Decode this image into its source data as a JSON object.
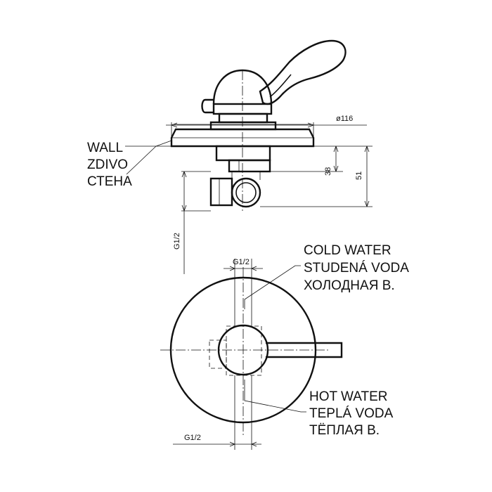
{
  "side_view": {
    "wall_labels": [
      "WALL",
      "ZDIVO",
      "СТЕНА"
    ],
    "dim_diameter": "ø116",
    "dim_38": "38",
    "dim_51": "51",
    "dim_g12_vertical": "G1/2"
  },
  "front_view": {
    "dim_g12_top": "G1/2",
    "dim_g12_bottom": "G1/2",
    "cold_labels": [
      "COLD WATER",
      "STUDENÁ VODA",
      "ХОЛОДНАЯ В."
    ],
    "hot_labels": [
      "HOT WATER",
      "TEPLÁ VODA",
      "ТЁПЛАЯ В."
    ]
  }
}
